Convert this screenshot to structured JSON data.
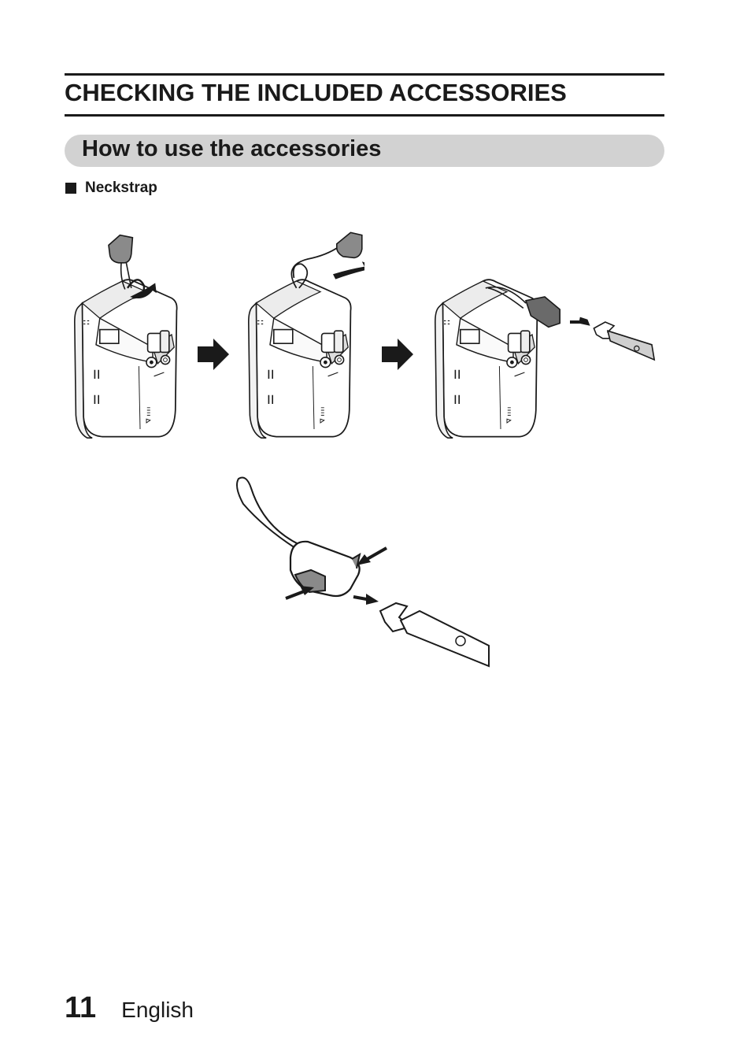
{
  "section": {
    "title": "CHECKING THE INCLUDED ACCESSORIES"
  },
  "subsection": {
    "title": "How to use the accessories"
  },
  "item": {
    "label": "Neckstrap"
  },
  "figure": {
    "steps": [
      {
        "illustration": "camera-with-strap-loop-icon"
      },
      {
        "illustration": "camera-strap-pulled-icon"
      },
      {
        "illustration": "camera-strap-attached-icon"
      }
    ],
    "detail": "strap-release-buckle-icon"
  },
  "footer": {
    "page_number": "11",
    "language": "English"
  }
}
